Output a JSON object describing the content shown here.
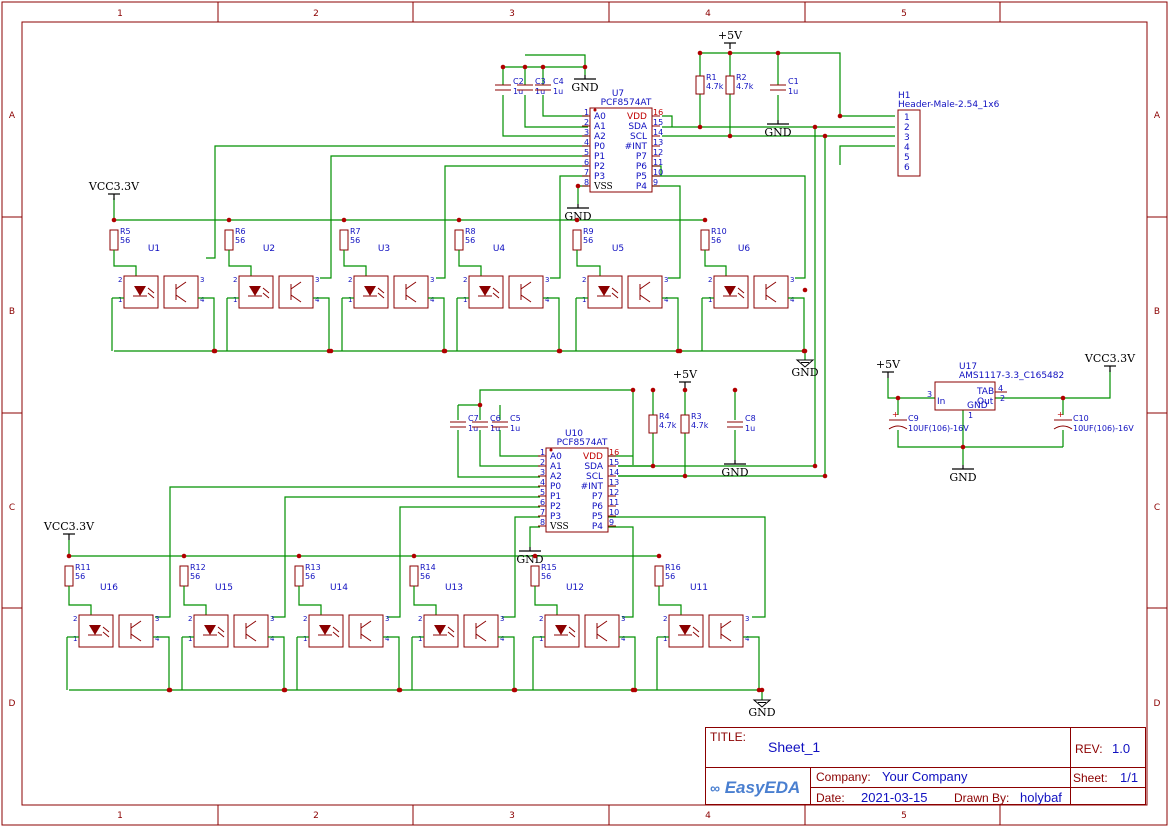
{
  "sheet": {
    "columns": [
      "1",
      "2",
      "3",
      "4",
      "5"
    ],
    "rows": [
      "A",
      "B",
      "C",
      "D"
    ]
  },
  "title_block": {
    "title_label": "TITLE:",
    "title": "Sheet_1",
    "rev_label": "REV:",
    "rev": "1.0",
    "company_label": "Company:",
    "company": "Your Company",
    "sheet_label": "Sheet:",
    "sheet": "1/1",
    "date_label": "Date:",
    "date": "2021-03-15",
    "drawn_label": "Drawn By:",
    "drawn_by": "holybaf",
    "logo": "EasyEDA"
  },
  "power": {
    "p5v": "+5V",
    "vcc33": "VCC3.3V",
    "gnd": "GND"
  },
  "ic_u7": {
    "ref": "U7",
    "value": "PCF8574AT",
    "left_pins": [
      "A0",
      "A1",
      "A2",
      "P0",
      "P1",
      "P2",
      "P3",
      "VSS"
    ],
    "left_nums": [
      "1",
      "2",
      "3",
      "4",
      "5",
      "6",
      "7",
      "8"
    ],
    "right_pins": [
      "VDD",
      "SDA",
      "SCL",
      "#INT",
      "P7",
      "P6",
      "P5",
      "P4"
    ],
    "right_nums": [
      "16",
      "15",
      "14",
      "13",
      "12",
      "11",
      "10",
      "9"
    ]
  },
  "ic_u10": {
    "ref": "U10",
    "value": "PCF8574AT",
    "left_pins": [
      "A0",
      "A1",
      "A2",
      "P0",
      "P1",
      "P2",
      "P3",
      "VSS"
    ],
    "left_nums": [
      "1",
      "2",
      "3",
      "4",
      "5",
      "6",
      "7",
      "8"
    ],
    "right_pins": [
      "VDD",
      "SDA",
      "SCL",
      "#INT",
      "P7",
      "P6",
      "P5",
      "P4"
    ],
    "right_nums": [
      "16",
      "15",
      "14",
      "13",
      "12",
      "11",
      "10",
      "9"
    ]
  },
  "header": {
    "ref": "H1",
    "value": "Header-Male-2.54_1x6",
    "pins": [
      "1",
      "2",
      "3",
      "4",
      "5",
      "6"
    ]
  },
  "regulator": {
    "ref": "U17",
    "value": "AMS1117-3.3_C165482",
    "pin_in": "In",
    "pin_gnd": "GND",
    "pin_tab": "TAB",
    "pin_out": "Out",
    "n_in": "3",
    "n_tab": "4",
    "n_out": "2",
    "n_gnd": "1"
  },
  "caps": [
    {
      "ref": "C2",
      "val": "1u"
    },
    {
      "ref": "C3",
      "val": "1u"
    },
    {
      "ref": "C4",
      "val": "1u"
    },
    {
      "ref": "C1",
      "val": "1u"
    },
    {
      "ref": "C7",
      "val": "1u"
    },
    {
      "ref": "C6",
      "val": "1u"
    },
    {
      "ref": "C5",
      "val": "1u"
    },
    {
      "ref": "C8",
      "val": "1u"
    },
    {
      "ref": "C9",
      "val": "10UF(106)-16V"
    },
    {
      "ref": "C10",
      "val": "10UF(106)-16V"
    }
  ],
  "pullups": [
    {
      "ref": "R1",
      "val": "4.7k"
    },
    {
      "ref": "R2",
      "val": "4.7k"
    },
    {
      "ref": "R4",
      "val": "4.7k"
    },
    {
      "ref": "R3",
      "val": "4.7k"
    }
  ],
  "opto_top": [
    {
      "r": "R5",
      "rv": "56",
      "u": "U1"
    },
    {
      "r": "R6",
      "rv": "56",
      "u": "U2"
    },
    {
      "r": "R7",
      "rv": "56",
      "u": "U3"
    },
    {
      "r": "R8",
      "rv": "56",
      "u": "U4"
    },
    {
      "r": "R9",
      "rv": "56",
      "u": "U5"
    },
    {
      "r": "R10",
      "rv": "56",
      "u": "U6"
    }
  ],
  "opto_bottom": [
    {
      "r": "R11",
      "rv": "56",
      "u": "U16"
    },
    {
      "r": "R12",
      "rv": "56",
      "u": "U15"
    },
    {
      "r": "R13",
      "rv": "56",
      "u": "U14"
    },
    {
      "r": "R14",
      "rv": "56",
      "u": "U13"
    },
    {
      "r": "R15",
      "rv": "56",
      "u": "U12"
    },
    {
      "r": "R16",
      "rv": "56",
      "u": "U11"
    }
  ],
  "opto_pins": [
    "2",
    "1",
    "3",
    "4"
  ]
}
